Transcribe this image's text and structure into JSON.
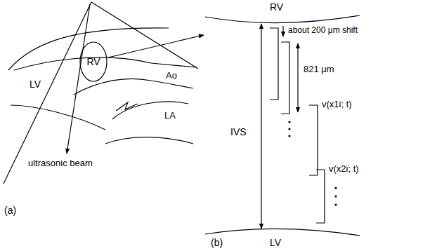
{
  "diagram": {
    "nodes": [
      {
        "text": [
          "RV"
        ]
      }
    ],
    "labels": [
      "LV",
      "Ao",
      "LA",
      "ultrasonic beam",
      "(a)",
      "RV",
      "about 200 μm shift",
      "821 μm",
      "IVS",
      "v(x1i; t)",
      "v(x2i; t)",
      "LV",
      "(b)"
    ]
  }
}
